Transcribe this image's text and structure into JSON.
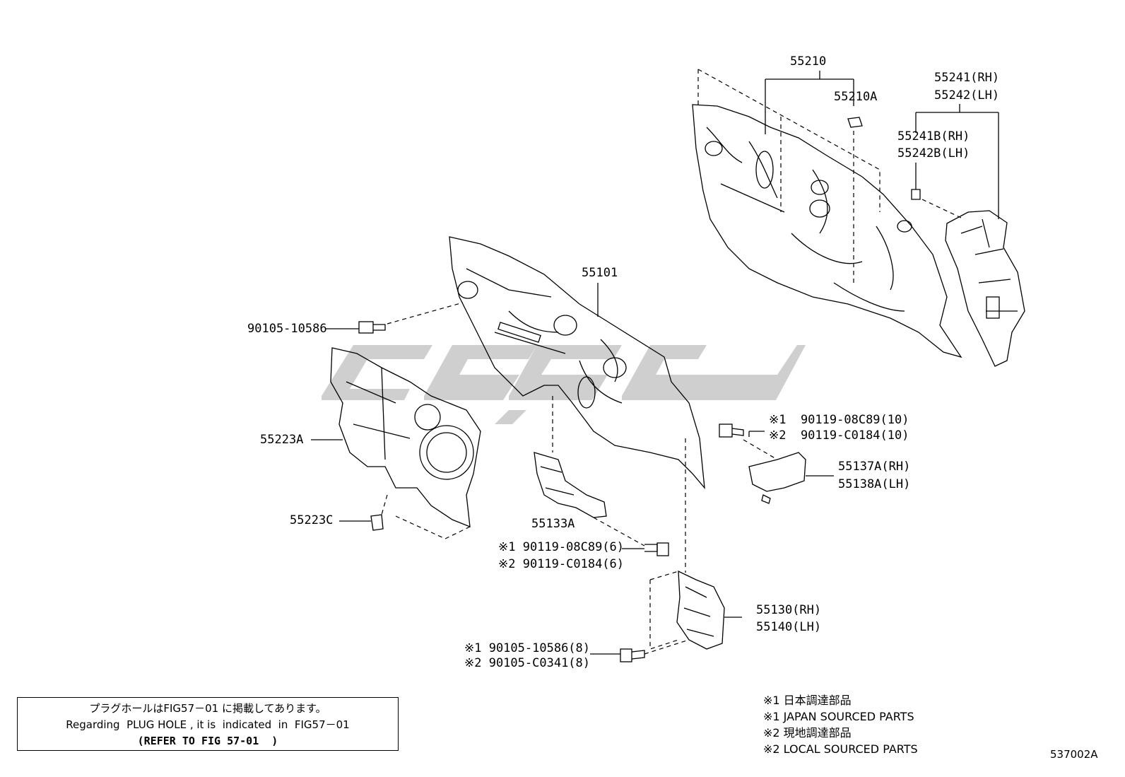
{
  "parts": {
    "p55210": "55210",
    "p55210A": "55210A",
    "p55241_rh": "55241(RH)",
    "p55242_lh": "55242(LH)",
    "p55241B_rh": "55241B(RH)",
    "p55242B_lh": "55242B(LH)",
    "p55101": "55101",
    "p90105_10586": "90105-10586",
    "p55223A": "55223A",
    "p55223C": "55223C",
    "p55133A": "55133A",
    "bolt_55133A_j": "※1 90119-08C89(6)",
    "bolt_55133A_l": "※2 90119-C0184(6)",
    "bolt_55137A_j": "※1  90119-08C89(10)",
    "bolt_55137A_l": "※2  90119-C0184(10)",
    "p55137A_rh": "55137A(RH)",
    "p55138A_lh": "55138A(LH)",
    "p55130_rh": "55130(RH)",
    "p55140_lh": "55140(LH)",
    "bolt_55130_j": "※1 90105-10586(8)",
    "bolt_55130_l": "※2 90105-C0341(8)"
  },
  "note": {
    "line1": "プラグホールはFIG57－01 に掲載してあります。",
    "line2": "Regarding  PLUG HOLE , it is  indicated  in  FIG57－01",
    "line3": "(REFER TO FIG 57-01  )"
  },
  "legend": {
    "l1": "※1 日本調達部品",
    "l2": "※1 JAPAN SOURCED PARTS",
    "l3": "※2 現地調達部品",
    "l4": "※2 LOCAL SOURCED PARTS"
  },
  "diagram_id": "537002A",
  "colors": {
    "ink": "#000000",
    "watermark": "#c8c8c8"
  }
}
